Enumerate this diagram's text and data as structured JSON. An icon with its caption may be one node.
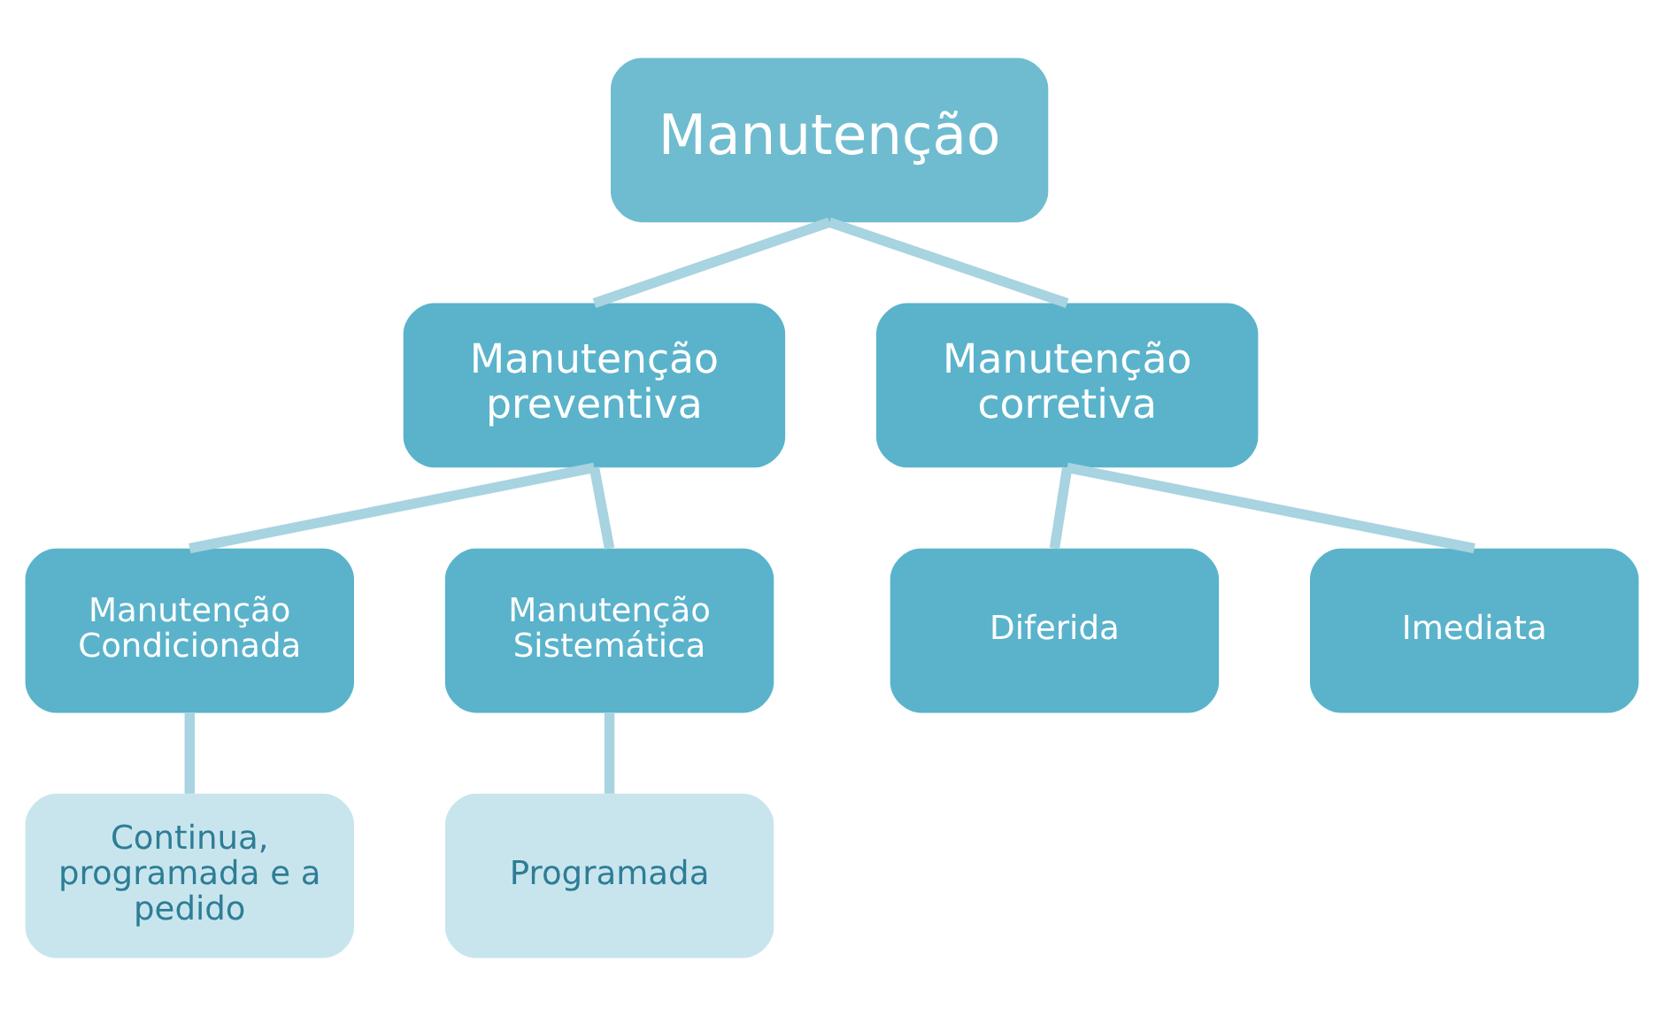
{
  "diagram": {
    "nodes": [
      {
        "text": [
          "Manutenção"
        ]
      },
      {
        "text": [
          "Manutenção preventiva"
        ]
      },
      {
        "text": [
          "Manutenção corretiva"
        ]
      },
      {
        "text": [
          "Manutenção Condicionada"
        ]
      },
      {
        "text": [
          "Manutenção Sistemática"
        ]
      },
      {
        "text": [
          "Diferida"
        ]
      },
      {
        "text": [
          "Imediata"
        ]
      },
      {
        "text": [
          "Continua, programada e a pedido"
        ]
      },
      {
        "text": [
          "Programada"
        ]
      }
    ],
    "edges": [
      {
        "from": 0,
        "to": 1,
        "arrow": "none"
      },
      {
        "from": 0,
        "to": 2,
        "arrow": "none"
      },
      {
        "from": 1,
        "to": 3,
        "arrow": "none"
      },
      {
        "from": 1,
        "to": 4,
        "arrow": "none"
      },
      {
        "from": 2,
        "to": 5,
        "arrow": "none"
      },
      {
        "from": 2,
        "to": 6,
        "arrow": "none"
      },
      {
        "from": 3,
        "to": 7,
        "arrow": "none"
      },
      {
        "from": 4,
        "to": 8,
        "arrow": "none"
      }
    ]
  }
}
